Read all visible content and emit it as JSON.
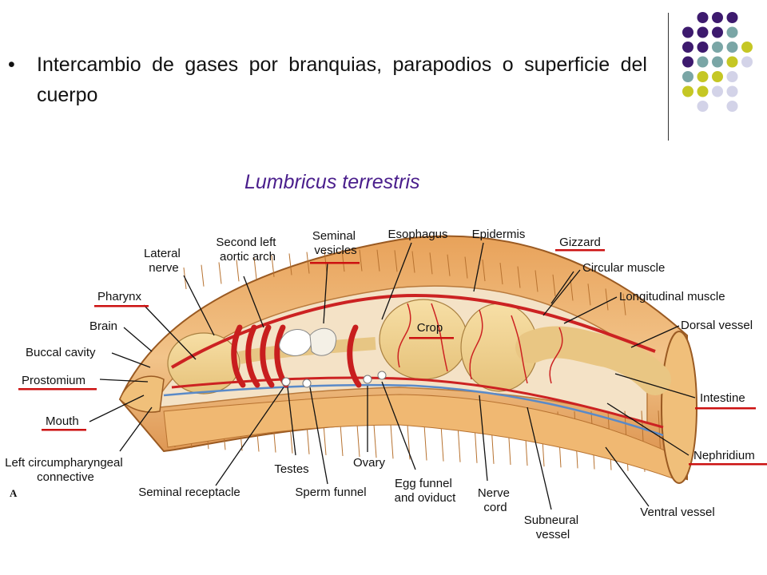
{
  "slide": {
    "bullet_text": "Intercambio de gases por branquias, parapodios o superficie del cuerpo",
    "subtitle": "Lumbricus terrestris"
  },
  "decor": {
    "purple": "#3d1a6e",
    "teal": "#7aa6a6",
    "olive": "#c5c724",
    "lavender": "#d3d3e8",
    "underline": "#cc1111"
  },
  "diagram": {
    "corner_letter": "A",
    "labels": {
      "lateral_nerve": [
        "Lateral",
        "nerve"
      ],
      "second_left_aortic_arch": [
        "Second left",
        "aortic arch"
      ],
      "seminal_vesicles": [
        "Seminal",
        "vesicles"
      ],
      "esophagus": "Esophagus",
      "epidermis": "Epidermis",
      "gizzard": "Gizzard",
      "circular_muscle": "Circular muscle",
      "longitudinal_muscle": "Longitudinal muscle",
      "dorsal_vessel": "Dorsal vessel",
      "pharynx": "Pharynx",
      "brain": "Brain",
      "crop": "Crop",
      "buccal_cavity": "Buccal cavity",
      "prostomium": "Prostomium",
      "intestine": "Intestine",
      "mouth": "Mouth",
      "nephridium": "Nephridium",
      "left_circumpharyngeal_connective": [
        "Left circumpharyngeal",
        "connective"
      ],
      "testes": "Testes",
      "ovary": "Ovary",
      "seminal_receptacle": "Seminal receptacle",
      "sperm_funnel": "Sperm funnel",
      "egg_funnel_and_oviduct": [
        "Egg funnel",
        "and oviduct"
      ],
      "nerve_cord": [
        "Nerve",
        "cord"
      ],
      "subneural_vessel": [
        "Subneural",
        "vessel"
      ],
      "ventral_vessel": "Ventral vessel"
    }
  }
}
